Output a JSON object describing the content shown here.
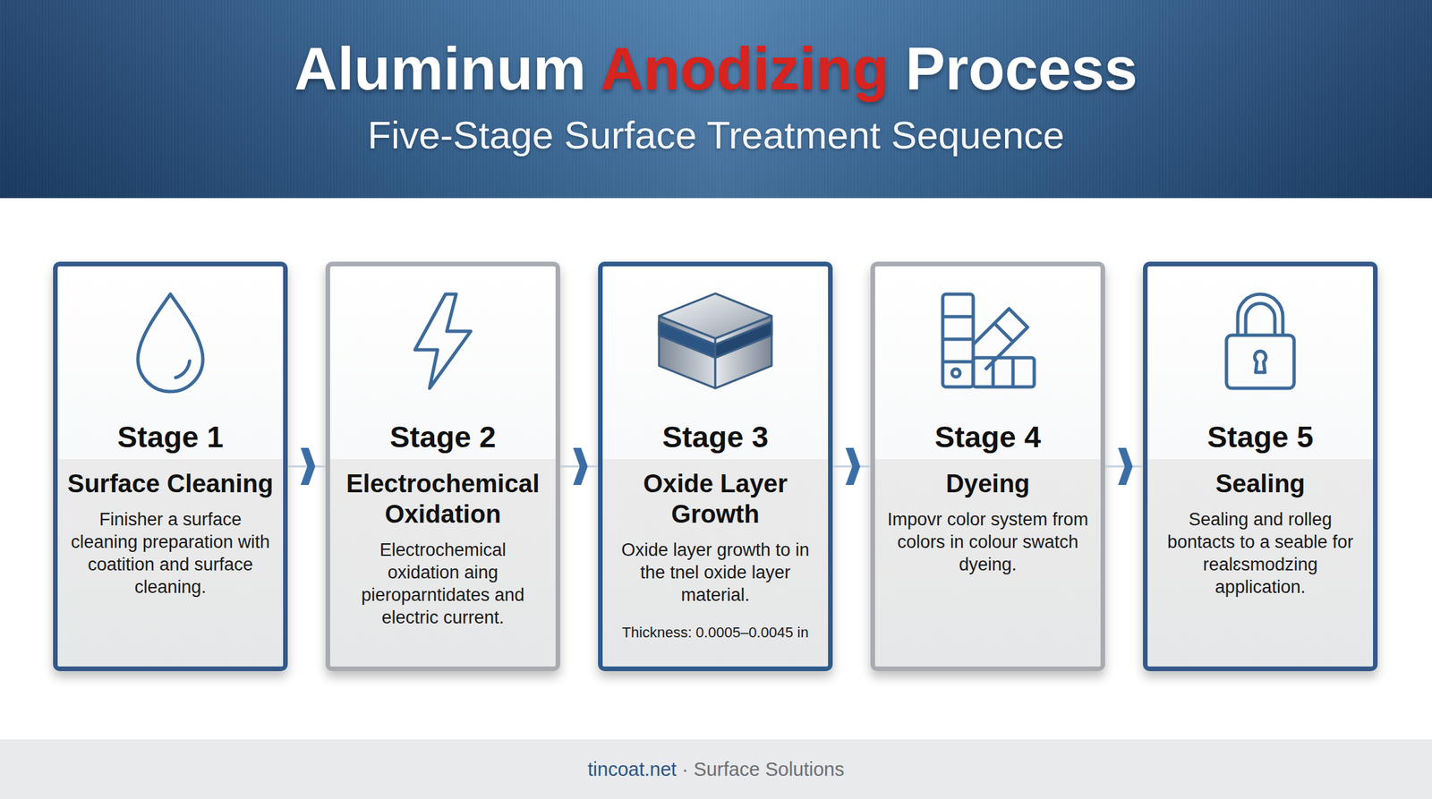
{
  "diagram": {
    "title": "Aluminum Anodizing Process",
    "nodes": [
      {
        "text": [
          "Stage 1",
          "Surface Cleaning",
          "Finisher a surface cleaning preparation with coatition and surface cleaning."
        ]
      },
      {
        "text": [
          "Stage 2",
          "Electrochemical Oxidation",
          "Electrochemical oxidation aing pieroparntidates and electric current."
        ]
      },
      {
        "text": [
          "Stage 3",
          "Oxide Layer Growth",
          "Oxide layer growth to in the tnel oxide layer material.",
          "Thickness: 0.0005–0.0045 in"
        ]
      },
      {
        "text": [
          "Stage 4",
          "Dyeing",
          "Impovr color system from colors in colour swatch dyeing."
        ]
      },
      {
        "text": [
          "Stage 5",
          "Sealing",
          "Sealing and rolleg bontacts to a seable for realɛsmodzing application."
        ]
      }
    ],
    "edges": [
      {
        "from": 0,
        "to": 1,
        "arrow": "to"
      },
      {
        "from": 1,
        "to": 2,
        "arrow": "to"
      },
      {
        "from": 2,
        "to": 3,
        "arrow": "to"
      },
      {
        "from": 3,
        "to": 4,
        "arrow": "to"
      }
    ],
    "labels": [
      "Five-Stage Surface Treatment Sequence",
      "tincoat.net · Surface Solutions"
    ]
  }
}
